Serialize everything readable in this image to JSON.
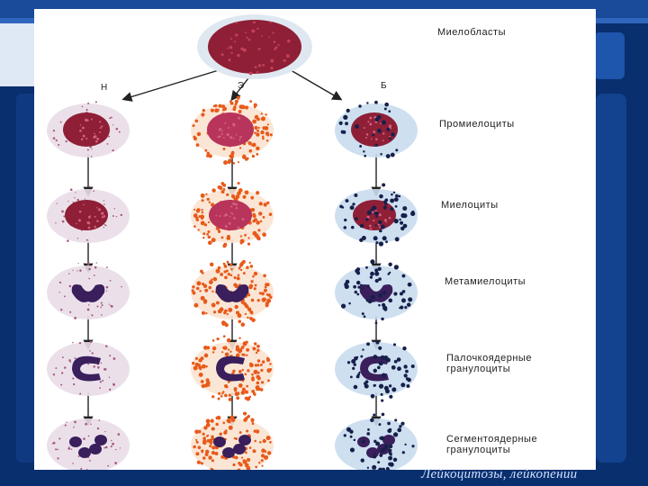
{
  "slide": {
    "footer_title": "Лейкоцитозы, лейкопении"
  },
  "diagram": {
    "root_label": "Миелобласты",
    "lineages": [
      {
        "label": "Н",
        "color": "#c04a6a"
      },
      {
        "label": "Э",
        "color": "#e2521e"
      },
      {
        "label": "Б",
        "color": "#1d2b5e"
      }
    ],
    "stages": [
      {
        "label": "Промиелоциты"
      },
      {
        "label": "Миелоциты"
      },
      {
        "label": "Метамиелоциты"
      },
      {
        "label": "Палочкоядерные гранулоциты"
      },
      {
        "label": "Сегментоядерные гранулоциты"
      }
    ],
    "colors": {
      "nucleus_early": "#8e1f36",
      "nucleus_late": "#3a1f5c",
      "neutrophil_cytoplasm": "#e9dde8",
      "eosinophil_granule": "#e85a1a",
      "basophil_cytoplasm": "#c9dcee",
      "basophil_granule": "#16204a",
      "slide_background": "#0a2f6e",
      "footer_text": "#cfe0ff"
    }
  }
}
